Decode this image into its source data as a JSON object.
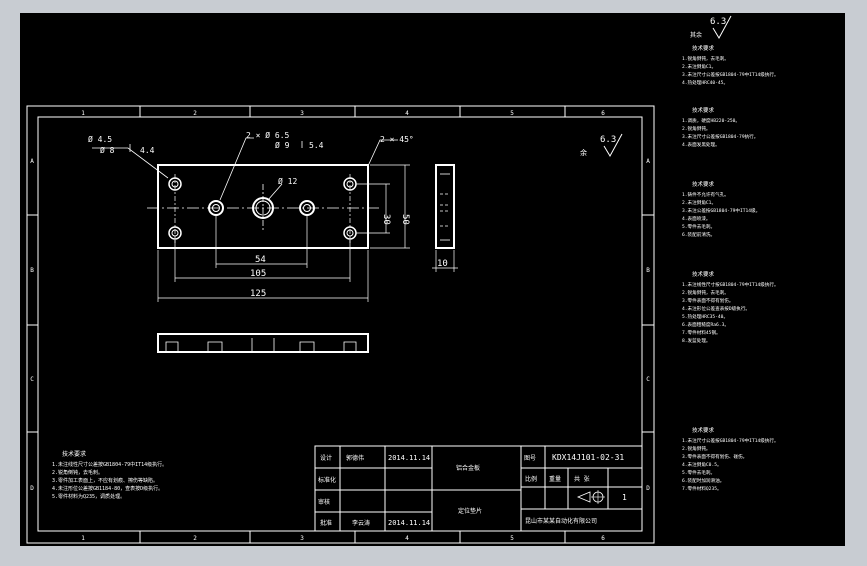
{
  "colors": {
    "frame": "#c8ccd2",
    "background": "#000000",
    "lines": "#ffffff"
  },
  "border": {
    "column_labels": [
      "1",
      "2",
      "3",
      "4",
      "5",
      "6"
    ],
    "row_labels": [
      "A",
      "B",
      "C",
      "D"
    ]
  },
  "dimensions": {
    "hole_small_dia": "Ø 4.5",
    "hole_small_cb": "Ø 8",
    "hole_small_depth": "4.4",
    "hole_pair_count": "2 × Ø 6.5",
    "hole_pair_cb": "Ø 9",
    "hole_pair_depth": "5.4",
    "chamfer": "2 × 45°",
    "center_hole": "Ø 12",
    "inner_spacing": "54",
    "outer_spacing": "105",
    "overall_length": "125",
    "inner_height": "30",
    "overall_height": "50",
    "thickness": "10"
  },
  "roughness": {
    "main_value": "6.3",
    "main_label": "余",
    "top_value": "6.3",
    "top_label": "其余"
  },
  "notes": {
    "heading": "技术要求",
    "bottom_lines": [
      "1.未注线性尺寸公差按GB1804-79中IT14级执行。",
      "2.锐角倒钝，去毛刺。",
      "3.零件加工表面上，不应有划痕、擦伤等缺陷。",
      "4.未注形位公差按GB1184-80，查表按D级执行。",
      "5.零件材料为Q235，调质处理。"
    ]
  },
  "side_notes": [
    {
      "heading": "技术要求",
      "lines": [
        "1.锐角倒钝，去毛刺。",
        "2.未注倒角C1。",
        "3.未注尺寸公差按GB1804-79中IT14级执行。",
        "4.热处理HRC40-45。"
      ]
    },
    {
      "heading": "技术要求",
      "lines": [
        "1.调质，硬度HB220-250。",
        "2.锐角倒钝。",
        "3.未注尺寸公差按GB1804-79执行。",
        "4.表面发黑处理。"
      ]
    },
    {
      "heading": "技术要求",
      "lines": [
        "1.铸件不允许有气孔。",
        "2.未注倒角C1。",
        "3.未注公差按GB1804-79中IT14级。",
        "4.表面喷漆。",
        "5.零件去毛刺。",
        "6.装配前清洗。"
      ]
    },
    {
      "heading": "技术要求",
      "lines": [
        "1.未注线性尺寸按GB1804-79中IT14级执行。",
        "2.锐角倒钝，去毛刺。",
        "3.零件表面不得有划伤。",
        "4.未注形位公差查表按D级执行。",
        "5.热处理HRC35-40。",
        "6.表面粗糙度Ra6.3。",
        "7.零件材料45钢。",
        "8.发蓝处理。"
      ]
    },
    {
      "heading": "技术要求",
      "lines": [
        "1.未注尺寸公差按GB1804-79中IT14级执行。",
        "2.锐角倒钝。",
        "3.零件表面不得有划伤、碰伤。",
        "4.未注倒角C0.5。",
        "5.零件去毛刺。",
        "6.装配时加润滑油。",
        "7.零件材料Q235。"
      ]
    }
  ],
  "title_block": {
    "designer_label": "设计",
    "designer_name": "郭德伟",
    "design_date": "2014.11.14",
    "material": "铝合金板",
    "drawing_no_label": "图号",
    "drawing_no": "KDX14J101-02-31",
    "std_label": "标准化",
    "review_label": "审核",
    "approve_label": "批准",
    "approver_name": "李云涛",
    "approve_date": "2014.11.14",
    "part_name": "定位垫片",
    "scale_label": "比例",
    "weight_label": "重量",
    "sheet_label": "共 张",
    "sheet_count": "1",
    "company": "昆山市某某自动化有限公司"
  }
}
